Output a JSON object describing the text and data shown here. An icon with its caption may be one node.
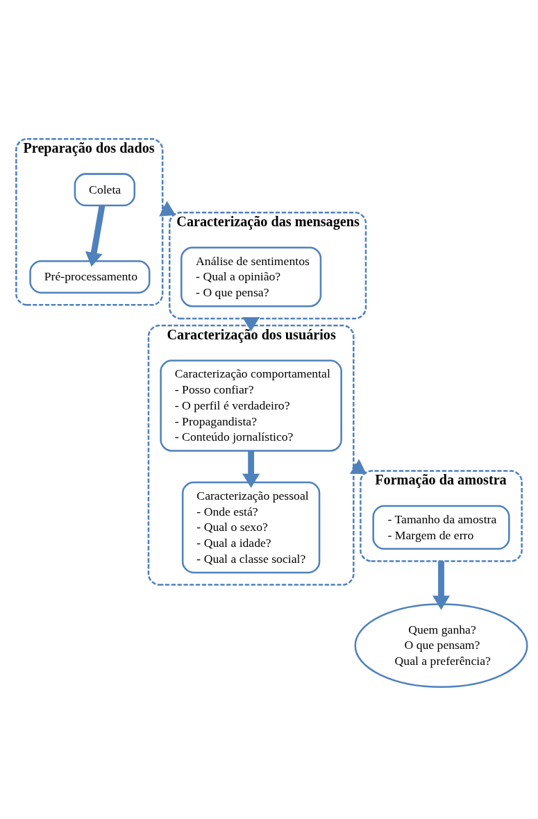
{
  "diagram": {
    "nodes": [
      {
        "text": [
          "Preparação dos dados"
        ]
      },
      {
        "text": [
          "Coleta"
        ],
        "in": 0
      },
      {
        "text": [
          "Pré-processamento"
        ],
        "in": 0
      },
      {
        "text": [
          "Caracterização das mensagens"
        ]
      },
      {
        "text": [
          "Análise de sentimentos",
          "- Qual a opinião?",
          "- O que pensa?"
        ],
        "in": 3
      },
      {
        "text": [
          "Caracterização dos usuários"
        ]
      },
      {
        "text": [
          "Caracterização comportamental",
          "- Posso confiar?",
          "- O perfil é verdadeiro?",
          "- Propagandista?",
          "- Conteúdo jornalístico?"
        ],
        "in": 5
      },
      {
        "text": [
          "Caracterização pessoal",
          "- Onde está?",
          "- Qual o sexo?",
          "- Qual a idade?",
          "- Qual a classe social?"
        ],
        "in": 5
      },
      {
        "text": [
          "Formação da amostra"
        ]
      },
      {
        "text": [
          "- Tamanho da amostra",
          "- Margem de erro"
        ],
        "in": 8
      },
      {
        "text": [
          "Quem ganha?",
          "O que pensam?",
          "Qual a preferência?"
        ]
      }
    ],
    "edges": [
      {
        "from": 1,
        "to": 2,
        "arrow": "to"
      },
      {
        "from": 0,
        "to": 3,
        "arrow": "to"
      },
      {
        "from": 3,
        "to": 5,
        "arrow": "to"
      },
      {
        "from": 6,
        "to": 7,
        "arrow": "to"
      },
      {
        "from": 5,
        "to": 8,
        "arrow": "to"
      },
      {
        "from": 8,
        "to": 10,
        "arrow": "to"
      }
    ]
  }
}
